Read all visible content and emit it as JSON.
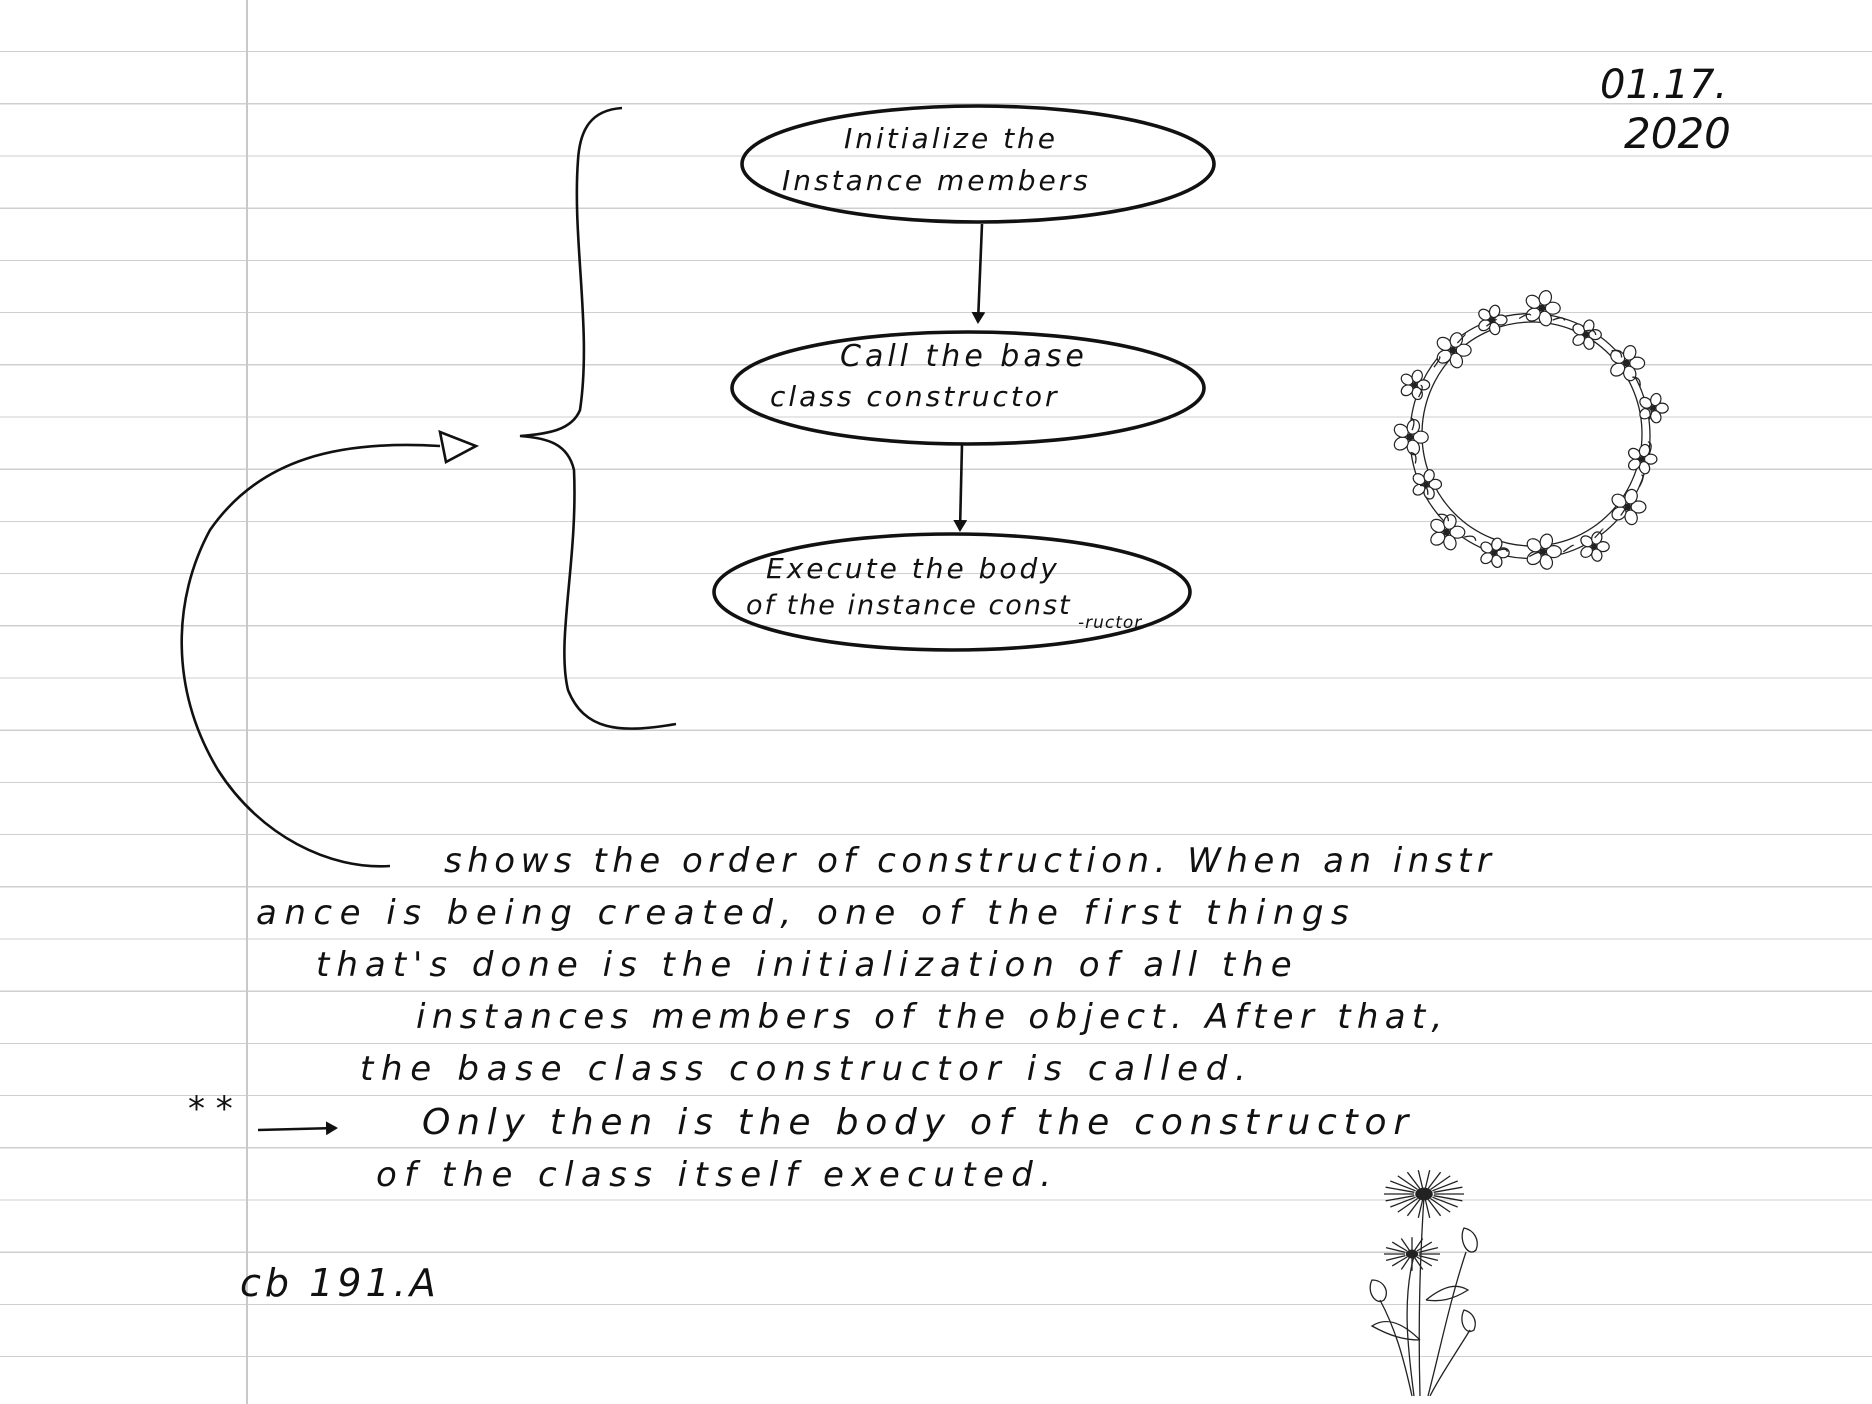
{
  "date": {
    "line1": "01.17.",
    "line2": "2020"
  },
  "flowchart": {
    "nodes": [
      {
        "id": "init",
        "lines": [
          "Initialize the",
          "Instance members"
        ]
      },
      {
        "id": "base",
        "lines": [
          "Call the base",
          "class constructor"
        ]
      },
      {
        "id": "body",
        "lines": [
          "Execute the body",
          "of the instance const"
        ],
        "suffix": "-ructor"
      }
    ],
    "edges": [
      {
        "from": "init",
        "to": "base"
      },
      {
        "from": "base",
        "to": "body"
      }
    ]
  },
  "notes": {
    "lines": [
      "shows the order of construction. When an instr",
      "ance is being created, one of the first things",
      "that's done is the initialization of all the",
      "instances members of the object. After that,",
      "the base class constructor is called.",
      "Only then is the body of the constructor",
      "of the class itself executed."
    ],
    "marker": "* *",
    "reference": "cb 191.A"
  },
  "colors": {
    "ink": "#111111",
    "paper": "#ffffff",
    "rule_line": "#cfcfcf",
    "margin_line": "#c9c9c9"
  },
  "decorations": {
    "wreath": "floral-wreath-sketch",
    "bouquet": "wildflower-bouquet-sketch"
  }
}
